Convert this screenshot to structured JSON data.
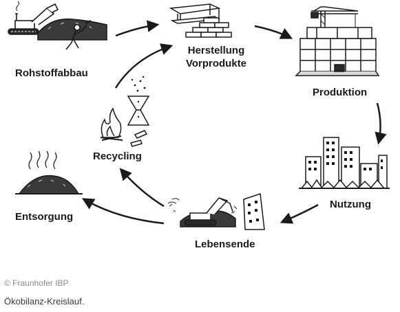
{
  "diagram": {
    "stages": {
      "rohstoffabbau": "Rohstoffabbau",
      "herstellung_line1": "Herstellung",
      "herstellung_line2": "Vorprodukte",
      "produktion": "Produktion",
      "nutzung": "Nutzung",
      "lebensende": "Lebensende",
      "recycling": "Recycling",
      "entsorgung": "Entsorgung"
    }
  },
  "caption": {
    "credit": "© Fraunhofer IBP",
    "title": "Ökobilanz-Kreislauf."
  },
  "colors": {
    "ink": "#1a1a1a",
    "caption_credit": "#8a8a8a",
    "caption_title": "#3a3a3a"
  }
}
